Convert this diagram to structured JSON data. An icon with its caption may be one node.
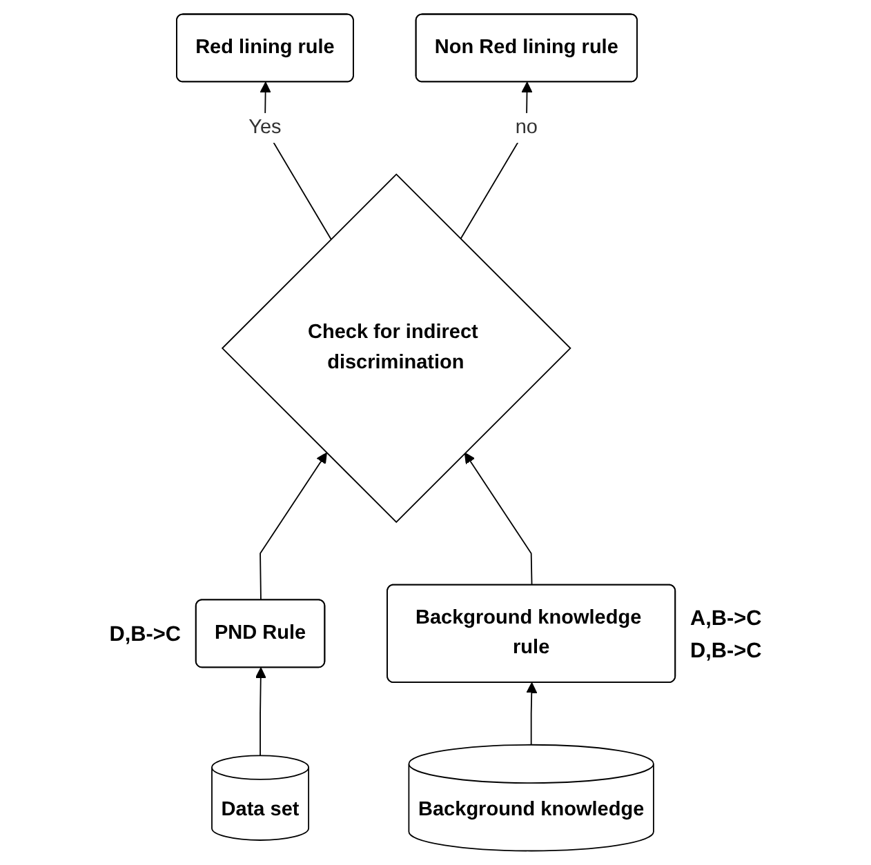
{
  "diagram": {
    "nodes": [
      {
        "text": [
          "Red lining rule"
        ]
      },
      {
        "text": [
          "Non Red lining rule"
        ]
      },
      {
        "text": [
          "Check for indirect discrimination"
        ]
      },
      {
        "text": [
          "PND Rule"
        ],
        "beside": [
          "D,B->C"
        ]
      },
      {
        "text": [
          "Background knowledge rule"
        ],
        "beside": [
          "A,B->C",
          "D,B->C"
        ]
      },
      {
        "text": [
          "Data set"
        ]
      },
      {
        "text": [
          "Background knowledge"
        ]
      }
    ],
    "edges": [
      {
        "from": 2,
        "to": 0,
        "arrow": "to",
        "label": "Yes"
      },
      {
        "from": 2,
        "to": 1,
        "arrow": "to",
        "label": "no"
      },
      {
        "from": 3,
        "to": 2,
        "arrow": "to"
      },
      {
        "from": 4,
        "to": 2,
        "arrow": "to"
      },
      {
        "from": 5,
        "to": 3,
        "arrow": "to"
      },
      {
        "from": 6,
        "to": 4,
        "arrow": "to"
      }
    ]
  }
}
